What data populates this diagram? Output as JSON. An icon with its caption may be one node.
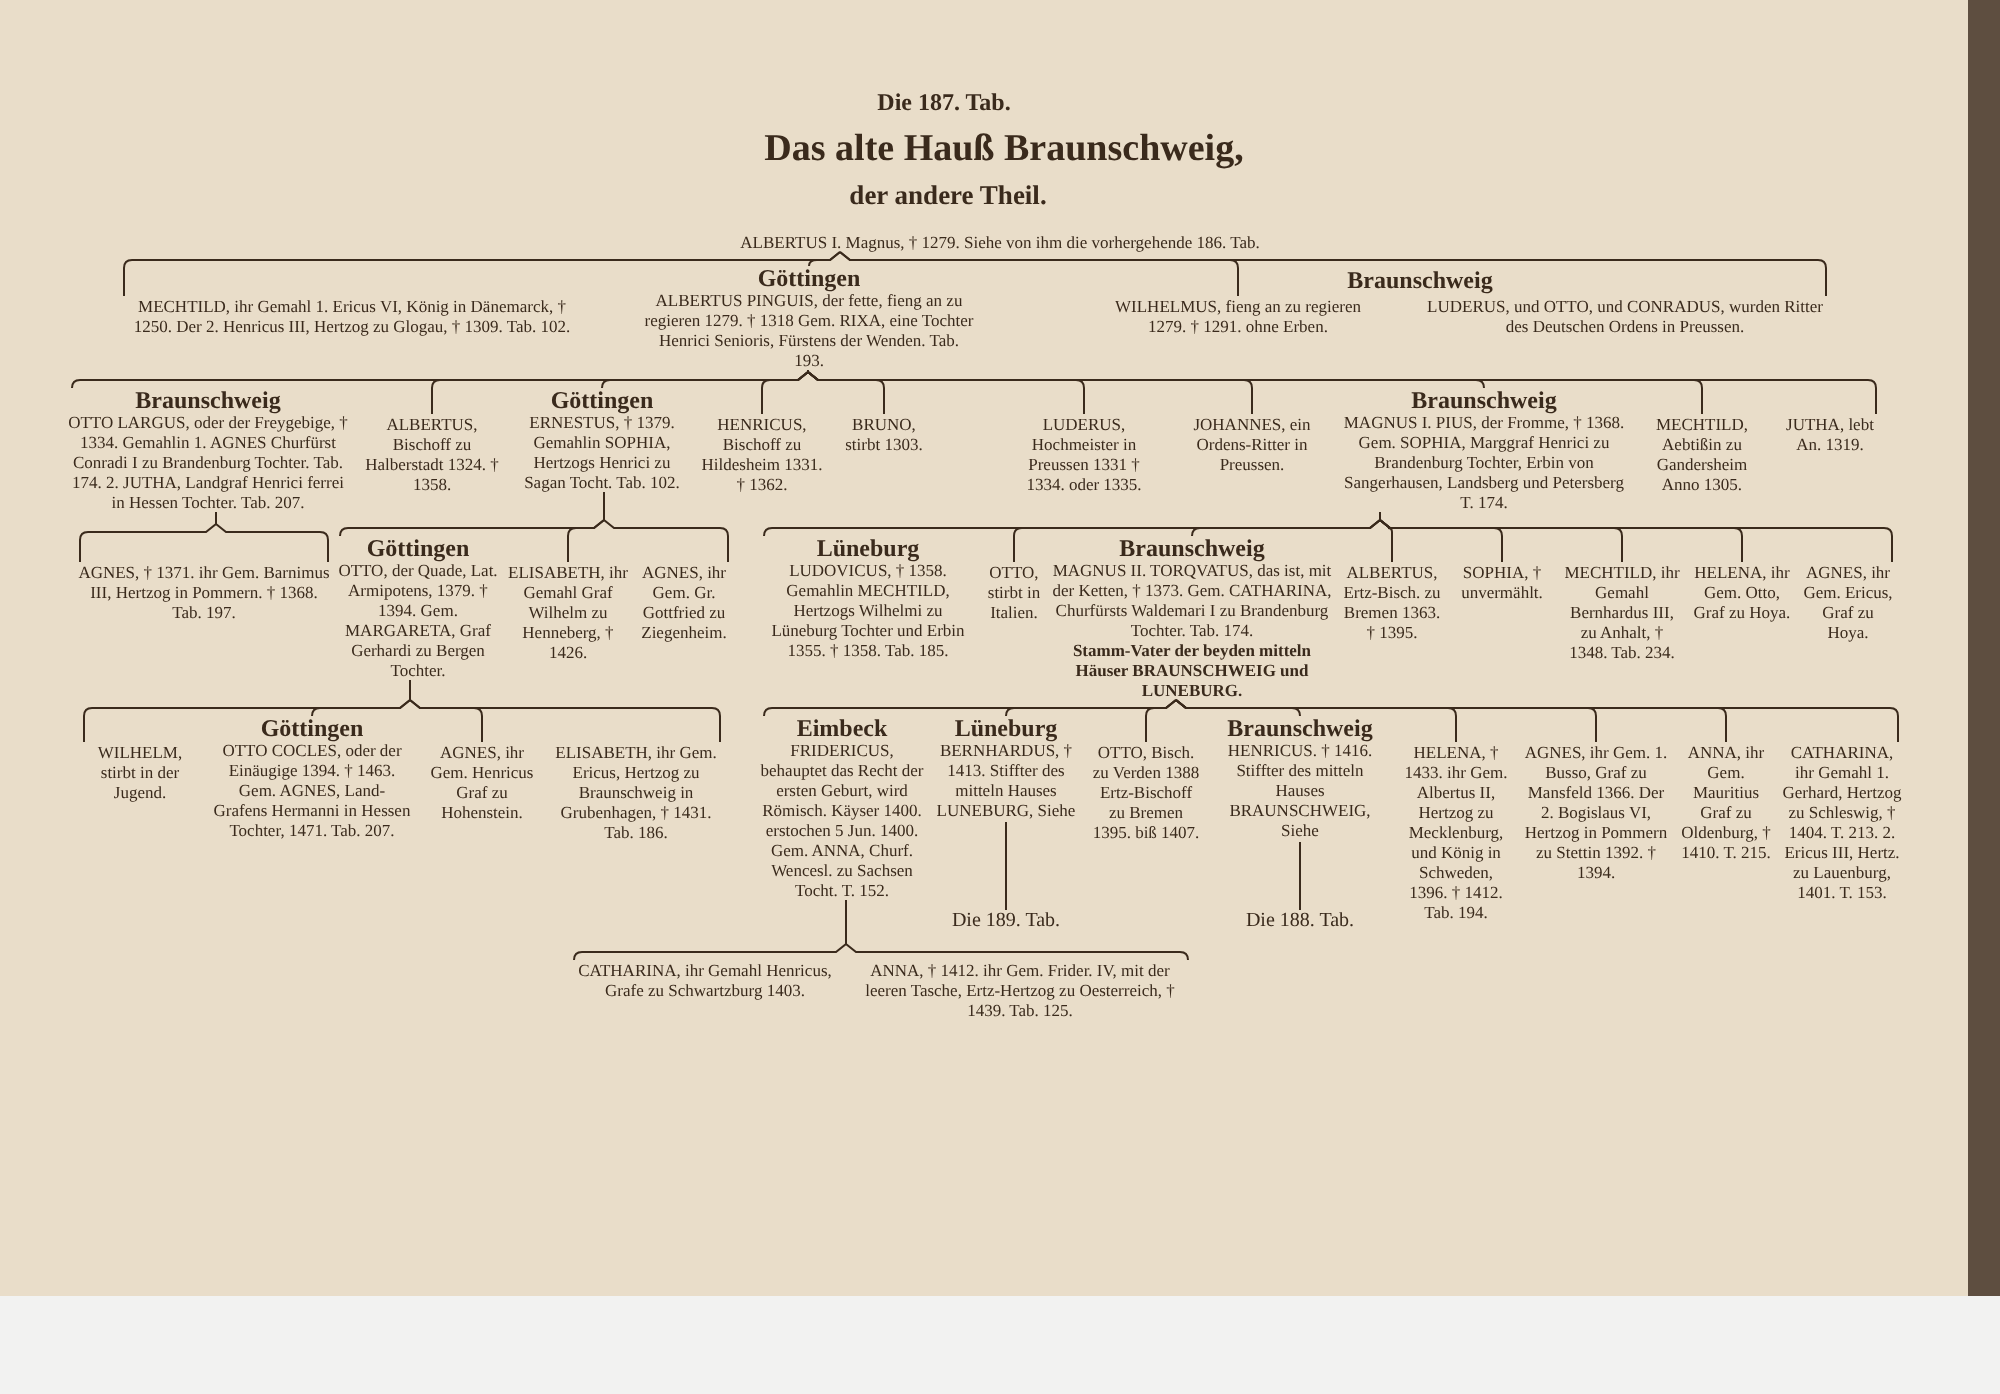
{
  "diagram": {
    "title": "Das alte Hauß Braunschweig,",
    "nodes": [
      {
        "text": [
          "ALBERTUS I. Magnus, † 1279. Siehe von ihm die vorhergehende 186. Tab."
        ]
      },
      {
        "text": [
          "MECHTILD, ihr Gemahl 1. Ericus VI, König in Dänemarck, † 1250. Der 2. Henricus III, Hertzog zu Glogau, † 1309. Tab. 102."
        ]
      },
      {
        "text": [
          "Göttingen",
          "ALBERTUS PINGUIS, der fette, fieng an zu regieren 1279. † 1318 Gem. RIXA, eine Tochter Henrici Senioris, Fürstens der Wenden. Tab. 193."
        ]
      },
      {
        "text": [
          "WILHELMUS, fieng an zu regieren 1279. † 1291. ohne Erben."
        ]
      },
      {
        "text": [
          "LUDERUS, und OTTO, und CONRADUS, wurden Ritter des Deutschen Ordens in Preussen."
        ]
      },
      {
        "text": [
          "Braunschweig",
          "OTTO LARGUS, oder der Freygebige, † 1334. Gemahlin 1. AGNES Churfürst Conradi I zu Brandenburg Tochter. Tab. 174. 2. JUTHA, Landgraf Henrici ferrei in Hessen Tochter. Tab. 207."
        ]
      },
      {
        "text": [
          "ALBERTUS, Bischoff zu Halberstadt 1324. † 1358."
        ]
      },
      {
        "text": [
          "Göttingen",
          "ERNESTUS, † 1379. Gemahlin SOPHIA, Hertzogs Henrici zu Sagan Tocht. Tab. 102."
        ]
      },
      {
        "text": [
          "HENRICUS, Bischoff zu Hildesheim 1331. † 1362."
        ]
      },
      {
        "text": [
          "BRUNO, stirbt 1303."
        ]
      },
      {
        "text": [
          "LUDERUS, Hochmeister in Preussen 1331 † 1334. oder 1335."
        ]
      },
      {
        "text": [
          "JOHANNES, ein Ordens-Ritter in Preussen."
        ]
      },
      {
        "text": [
          "Braunschweig",
          "MAGNUS I. PIUS, der Fromme, † 1368. Gem. SOPHIA, Marggraf Henrici zu Brandenburg Tochter, Erbin von Sangerhausen, Landsberg und Petersberg T. 174."
        ]
      },
      {
        "text": [
          "MECHTILD, Aebtißin zu Gandersheim Anno 1305."
        ]
      },
      {
        "text": [
          "JUTHA, lebt An. 1319."
        ]
      },
      {
        "text": [
          "AGNES, † 1371. ihr Gem. Barnimus III, Hertzog in Pommern. † 1368. Tab. 197."
        ]
      },
      {
        "text": [
          "Göttingen",
          "OTTO, der Quade, Lat. Armipotens, 1379. † 1394. Gem. MARGARETA, Graf Gerhardi zu Bergen Tochter."
        ]
      },
      {
        "text": [
          "ELISABETH, ihr Gemahl Graf Wilhelm zu Henneberg, † 1426."
        ]
      },
      {
        "text": [
          "AGNES, ihr Gem. Gr. Gottfried zu Ziegenheim."
        ]
      },
      {
        "text": [
          "Lüneburg",
          "LUDOVICUS, † 1358. Gemahlin MECHTILD, Hertzogs Wilhelmi zu Lüneburg Tochter und Erbin 1355. † 1358. Tab. 185."
        ]
      },
      {
        "text": [
          "OTTO, stirbt in Italien."
        ]
      },
      {
        "text": [
          "Braunschweig",
          "MAGNUS II. TORQVATUS, das ist, mit der Ketten, † 1373. Gem. CATHARINA, Churfürsts Waldemari I zu Brandenburg Tochter. Tab. 174.",
          "Stamm-Vater der beyden mitteln Häuser BRAUNSCHWEIG und LUNEBURG."
        ]
      },
      {
        "text": [
          "ALBERTUS, Ertz-Bisch. zu Bremen 1363. † 1395."
        ]
      },
      {
        "text": [
          "SOPHIA, † unvermählt."
        ]
      },
      {
        "text": [
          "MECHTILD, ihr Gemahl Bernhardus III, zu Anhalt, † 1348. Tab. 234."
        ]
      },
      {
        "text": [
          "HELENA, ihr Gem. Otto, Graf zu Hoya."
        ]
      },
      {
        "text": [
          "AGNES, ihr Gem. Ericus, Graf zu Hoya."
        ]
      },
      {
        "text": [
          "WILHELM, stirbt in der Jugend."
        ]
      },
      {
        "text": [
          "Göttingen",
          "OTTO COCLES, oder der Einäugige 1394. † 1463. Gem. AGNES, Land-Grafens Hermanni in Hessen Tochter, 1471. Tab. 207."
        ]
      },
      {
        "text": [
          "AGNES, ihr Gem. Henricus Graf zu Hohenstein."
        ]
      },
      {
        "text": [
          "ELISABETH, ihr Gem. Ericus, Hertzog zu Braunschweig in Grubenhagen, † 1431. Tab. 186."
        ]
      },
      {
        "text": [
          "Eimbeck",
          "FRIDERICUS, behauptet das Recht der ersten Geburt, wird Römisch. Käyser 1400. erstochen 5 Jun. 1400. Gem. ANNA, Churf. Wencesl. zu Sachsen Tocht. T. 152."
        ]
      },
      {
        "text": [
          "Lüneburg",
          "BERNHARDUS, † 1413. Stiffter des mitteln Hauses LUNEBURG, Siehe"
        ]
      },
      {
        "text": [
          "Die 189. Tab."
        ]
      },
      {
        "text": [
          "OTTO, Bisch. zu Verden 1388 Ertz-Bischoff zu Bremen 1395. biß 1407."
        ]
      },
      {
        "text": [
          "Braunschweig",
          "HENRICUS. † 1416. Stiffter des mitteln Hauses BRAUNSCHWEIG, Siehe"
        ]
      },
      {
        "text": [
          "Die 188. Tab."
        ]
      },
      {
        "text": [
          "HELENA, † 1433. ihr Gem. Albertus II, Hertzog zu Mecklenburg, und König in Schweden, 1396. † 1412. Tab. 194."
        ]
      },
      {
        "text": [
          "AGNES, ihr Gem. 1. Busso, Graf zu Mansfeld 1366. Der 2. Bogislaus VI, Hertzog in Pommern zu Stettin 1392. † 1394."
        ]
      },
      {
        "text": [
          "ANNA, ihr Gem. Mauritius Graf zu Oldenburg, † 1410. T. 215."
        ]
      },
      {
        "text": [
          "CATHARINA, ihr Gemahl 1. Gerhard, Hertzog zu Schleswig, † 1404. T. 213. 2. Ericus III, Hertz. zu Lauenburg, 1401. T. 153."
        ]
      },
      {
        "text": [
          "CATHARINA, ihr Gemahl Henricus, Grafe zu Schwartzburg 1403."
        ]
      },
      {
        "text": [
          "ANNA, † 1412. ihr Gem. Frider. IV, mit der leeren Tasche, Ertz-Hertzog zu Oesterreich, † 1439. Tab. 125."
        ]
      }
    ],
    "edges": [
      {
        "from": 0,
        "to": 1,
        "arrow": "none"
      },
      {
        "from": 0,
        "to": 2,
        "arrow": "none"
      },
      {
        "from": 0,
        "to": 3,
        "arrow": "none"
      },
      {
        "from": 0,
        "to": 4,
        "arrow": "none"
      },
      {
        "from": 2,
        "to": 5,
        "arrow": "none"
      },
      {
        "from": 2,
        "to": 6,
        "arrow": "none"
      },
      {
        "from": 2,
        "to": 7,
        "arrow": "none"
      },
      {
        "from": 2,
        "to": 8,
        "arrow": "none"
      },
      {
        "from": 2,
        "to": 9,
        "arrow": "none"
      },
      {
        "from": 2,
        "to": 10,
        "arrow": "none"
      },
      {
        "from": 2,
        "to": 11,
        "arrow": "none"
      },
      {
        "from": 2,
        "to": 12,
        "arrow": "none"
      },
      {
        "from": 2,
        "to": 13,
        "arrow": "none"
      },
      {
        "from": 2,
        "to": 14,
        "arrow": "none"
      },
      {
        "from": 5,
        "to": 15,
        "arrow": "none"
      },
      {
        "from": 7,
        "to": 16,
        "arrow": "none"
      },
      {
        "from": 7,
        "to": 17,
        "arrow": "none"
      },
      {
        "from": 7,
        "to": 18,
        "arrow": "none"
      },
      {
        "from": 12,
        "to": 19,
        "arrow": "none"
      },
      {
        "from": 12,
        "to": 20,
        "arrow": "none"
      },
      {
        "from": 12,
        "to": 21,
        "arrow": "none"
      },
      {
        "from": 12,
        "to": 22,
        "arrow": "none"
      },
      {
        "from": 12,
        "to": 23,
        "arrow": "none"
      },
      {
        "from": 12,
        "to": 24,
        "arrow": "none"
      },
      {
        "from": 12,
        "to": 25,
        "arrow": "none"
      },
      {
        "from": 12,
        "to": 26,
        "arrow": "none"
      },
      {
        "from": 16,
        "to": 27,
        "arrow": "none"
      },
      {
        "from": 16,
        "to": 28,
        "arrow": "none"
      },
      {
        "from": 16,
        "to": 29,
        "arrow": "none"
      },
      {
        "from": 16,
        "to": 30,
        "arrow": "none"
      },
      {
        "from": 21,
        "to": 31,
        "arrow": "none"
      },
      {
        "from": 21,
        "to": 32,
        "arrow": "none"
      },
      {
        "from": 21,
        "to": 34,
        "arrow": "none"
      },
      {
        "from": 21,
        "to": 35,
        "arrow": "none"
      },
      {
        "from": 21,
        "to": 37,
        "arrow": "none"
      },
      {
        "from": 21,
        "to": 38,
        "arrow": "none"
      },
      {
        "from": 21,
        "to": 39,
        "arrow": "none"
      },
      {
        "from": 21,
        "to": 40,
        "arrow": "none"
      },
      {
        "from": 32,
        "to": 33,
        "arrow": "none"
      },
      {
        "from": 35,
        "to": 36,
        "arrow": "none"
      },
      {
        "from": 31,
        "to": 41,
        "arrow": "none"
      },
      {
        "from": 31,
        "to": 42,
        "arrow": "none"
      }
    ],
    "labels": [
      "Die 187. Tab.",
      "der andere Theil.",
      "Braunschweig"
    ]
  }
}
